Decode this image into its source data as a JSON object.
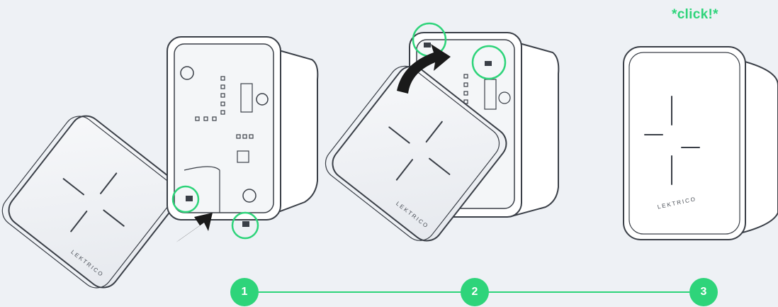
{
  "annotation": {
    "click_text": "*click!*"
  },
  "brand": {
    "wordmark": "LEKTRICO"
  },
  "steps": [
    {
      "number": "1"
    },
    {
      "number": "2"
    },
    {
      "number": "3"
    }
  ],
  "colors": {
    "accent_green": "#2ed47a",
    "arrow": "#1a1a1a",
    "outline": "#3a3f47",
    "background": "#eef1f5"
  },
  "icons": {
    "arrow_push": "arrow-right-up-icon",
    "arrow_tilt": "arrow-curved-icon",
    "clip_marker": "circle-outline-icon"
  }
}
